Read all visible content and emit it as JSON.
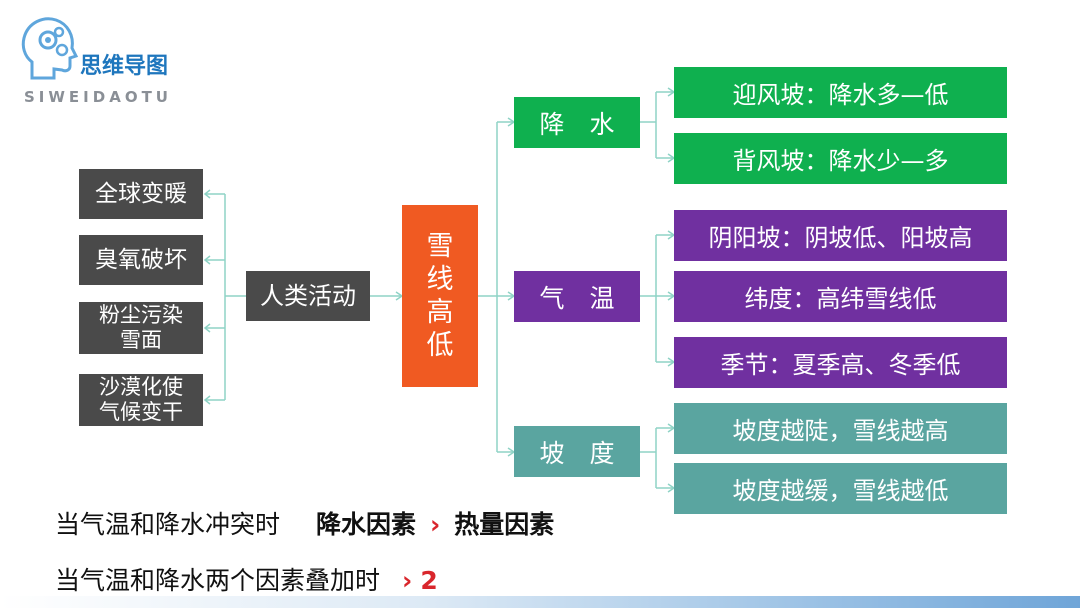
{
  "logo": {
    "title": "思维导图",
    "subtitle": "SIWEIDAOTU",
    "icon": "head-gears-icon",
    "color": "#1e76bd"
  },
  "center": {
    "lines": [
      "雪",
      "线",
      "高",
      "低"
    ],
    "color": "#f05a22"
  },
  "human": {
    "label": "人类活动",
    "causes": [
      {
        "lines": [
          "全球变暖"
        ]
      },
      {
        "lines": [
          "臭氧破坏"
        ]
      },
      {
        "lines": [
          "粉尘污染",
          "雪面"
        ]
      },
      {
        "lines": [
          "沙漠化使",
          "气候变干"
        ]
      }
    ]
  },
  "branches": [
    {
      "label": "降　水",
      "color": "#0fb04f",
      "leaves": [
        "迎风坡：降水多—低",
        "背风坡：降水少—多"
      ]
    },
    {
      "label": "气　温",
      "color": "#7030a0",
      "leaves": [
        "阴阳坡：阴坡低、阳坡高",
        "纬度：高纬雪线低",
        "季节：夏季高、冬季低"
      ]
    },
    {
      "label": "坡　度",
      "color": "#5aa5a0",
      "leaves": [
        "坡度越陡，雪线越高",
        "坡度越缓，雪线越低"
      ]
    }
  ],
  "notes": {
    "line1": {
      "prefix": "当气温和降水冲突时",
      "left": "降水因素",
      "symbol": "›",
      "right": "热量因素"
    },
    "line2": {
      "prefix": "当气温和降水两个因素叠加时",
      "symbol": "›",
      "value": "2"
    }
  }
}
